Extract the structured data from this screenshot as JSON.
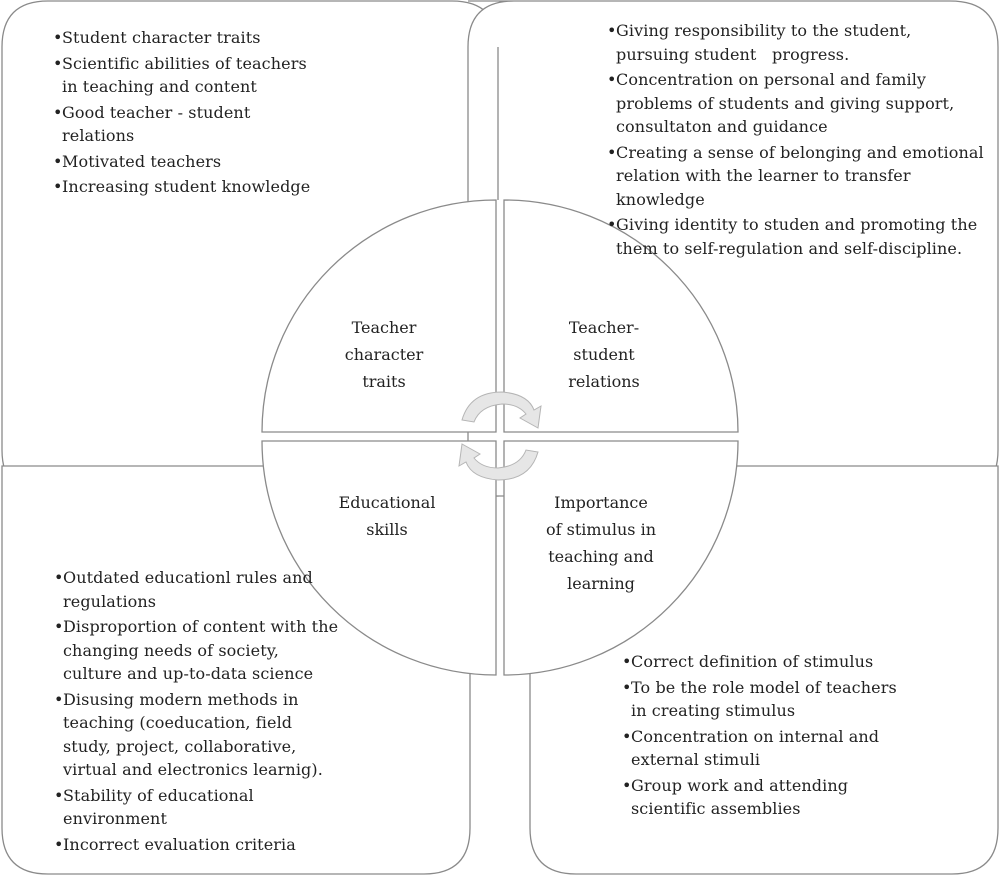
{
  "colors": {
    "stroke": "#8a8a8a",
    "arrow": "#e6e6e6",
    "arrow_edge": "#b5b5b5",
    "text": "#222222"
  },
  "quadrants": {
    "top_left": "Teacher character traits",
    "top_right": "Teacher-student relations",
    "bottom_left": "Educational skills",
    "bottom_right": "Importance of stimulus in teaching and learning"
  },
  "boxes": {
    "top_left": [
      "Student character traits",
      "Scientific abilities of teachers in teaching and content",
      "Good teacher - student relations",
      "Motivated teachers",
      "Increasing student knowledge"
    ],
    "top_right": [
      "Giving responsibility to the student, pursuing student   progress.",
      "Concentration on personal and family problems of students and giving support, consultaton and guidance",
      "Creating a sense of belonging and emotional relation with the learner to transfer knowledge",
      "Giving identity to studen and promoting the them to self-regulation and self-discipline."
    ],
    "bottom_left": [
      "Outdated educationl rules and regulations",
      "Disproportion of content with the changing needs of society, culture and up-to-data science",
      "Disusing modern methods in teaching (coeducation, field study, project, collaborative, virtual and electronics learnig).",
      "Stability of educational environment",
      "Incorrect evaluation criteria"
    ],
    "bottom_right": [
      "Correct definition of stimulus",
      "To be the role model of teachers in creating stimulus",
      "Concentration on internal and external stimuli",
      "Group work and attending scientific assemblies"
    ]
  }
}
